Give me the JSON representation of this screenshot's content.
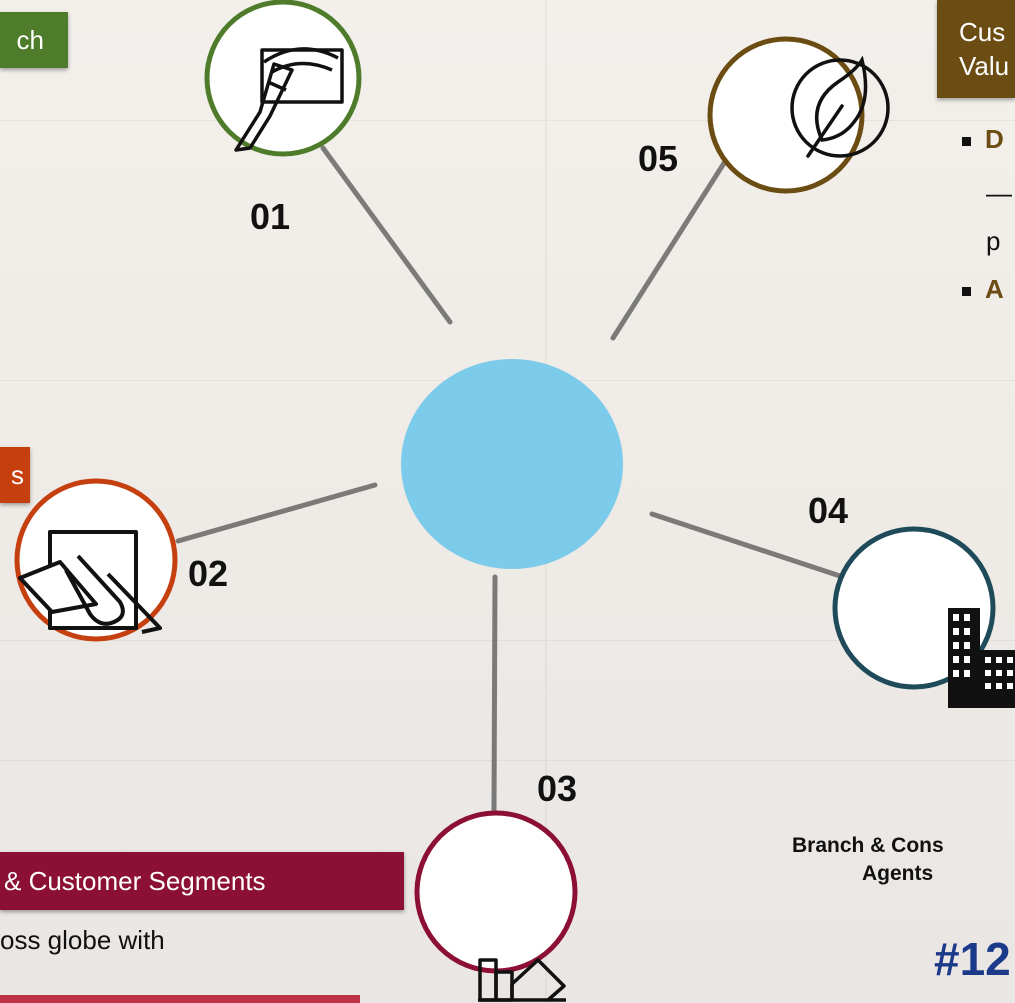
{
  "labels": {
    "top_left": "ch",
    "top_right_line1": "Cus",
    "top_right_line2": "Valu",
    "middle_left": "s",
    "bottom_left": "& Customer Segments"
  },
  "numbers": {
    "n01": "01",
    "n02": "02",
    "n03": "03",
    "n04": "04",
    "n05": "05"
  },
  "bullets": {
    "b1_start": "D",
    "b1_line2": "—",
    "b1_line3": "p",
    "b2_start": "A"
  },
  "bottom_left_text": {
    "line1": "oss globe with"
  },
  "bottom_right": {
    "line1": "Branch & Cons",
    "line2": "Agents",
    "hashtag": "#12"
  },
  "colors": {
    "green": "#4e7c2a",
    "brown": "#6b4c12",
    "orange": "#c6400f",
    "crimson": "#8c1036",
    "teal": "#1f4a5a",
    "hub": "#7ccbea",
    "navy": "#1c3a8a"
  },
  "icons": {
    "n01": "brush-canvas-icon",
    "n02": "drawing-board-icon",
    "n03": "chart-mountain-icon",
    "n04": "buildings-icon",
    "n05": "leaf-icon"
  }
}
